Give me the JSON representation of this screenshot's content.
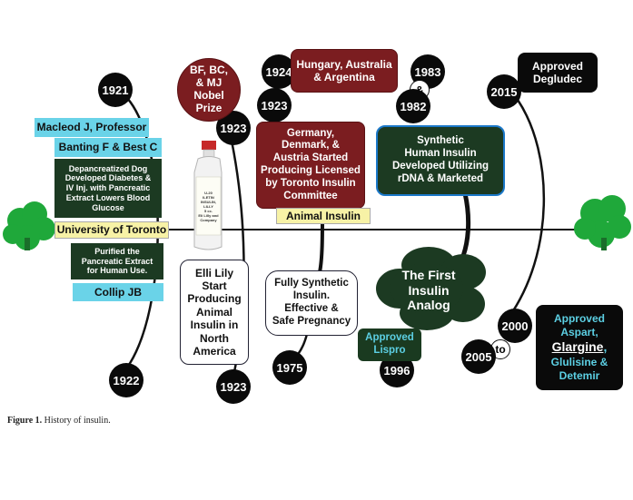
{
  "years": {
    "y1921": "1921",
    "y1922": "1922",
    "y1923a": "1923",
    "y1923b": "1923",
    "y1923c": "1923",
    "y1924": "1924",
    "y1975": "1975",
    "y1983": "1983",
    "amp": "&",
    "y1982": "1982",
    "y1996": "1996",
    "y2015": "2015",
    "y2000": "2000",
    "to": "to",
    "y2005": "2005"
  },
  "boxes": {
    "macleod": "Macleod J, Professor",
    "banting": "Banting F & Best C",
    "depancreatized": "Depancreatized Dog\nDeveloped Diabetes &\nIV Inj. with Pancreatic\nExtract Lowers Blood\nGlucose",
    "toronto": "University of Toronto",
    "purified": "Purified the\nPancreatic Extract\nfor Human Use.",
    "collip": "Collip JB",
    "nobel": "BF, BC,\n& MJ\nNobel\nPrize",
    "elli": "Elli Lily\nStart\nProducing\nAnimal\nInsulin in\nNorth\nAmerica",
    "hungary": "Hungary, Australia\n& Argentina",
    "germany": "Germany,\nDenmark, &\nAustria Started\nProducing Licensed\nby  Toronto Insulin\nCommittee",
    "animal": "Animal Insulin",
    "synthetic_full": "Fully Synthetic\nInsulin.\nEffective &\nSafe Pregnancy",
    "synthetic_human": "Synthetic\nHuman Insulin\nDeveloped Utilizing\nrDNA & Marketed",
    "first_analog": "The First\nInsulin\nAnalog",
    "lispro": "Approved\nLispro",
    "degludec": "Approved\nDegludec",
    "aspart_line1": "Approved",
    "aspart_line2": "Aspart,",
    "glargine": "Glargine",
    "glargine_comma": ",",
    "glulisine": "Glulisine &\nDetemir"
  },
  "bottle": {
    "label": "U-20\nILETIN\nINSULIN, LILLY\n5 cc.\nEli Lilly and Company"
  },
  "caption": {
    "prefix": "Figure 1.",
    "text": " History of insulin."
  },
  "colors": {
    "maroon": "#7b1d20",
    "dark_green": "#1c3a22",
    "cyan": "#6ad3e8",
    "yellow": "#f7f2a6",
    "tree_green": "#1fa83a"
  }
}
